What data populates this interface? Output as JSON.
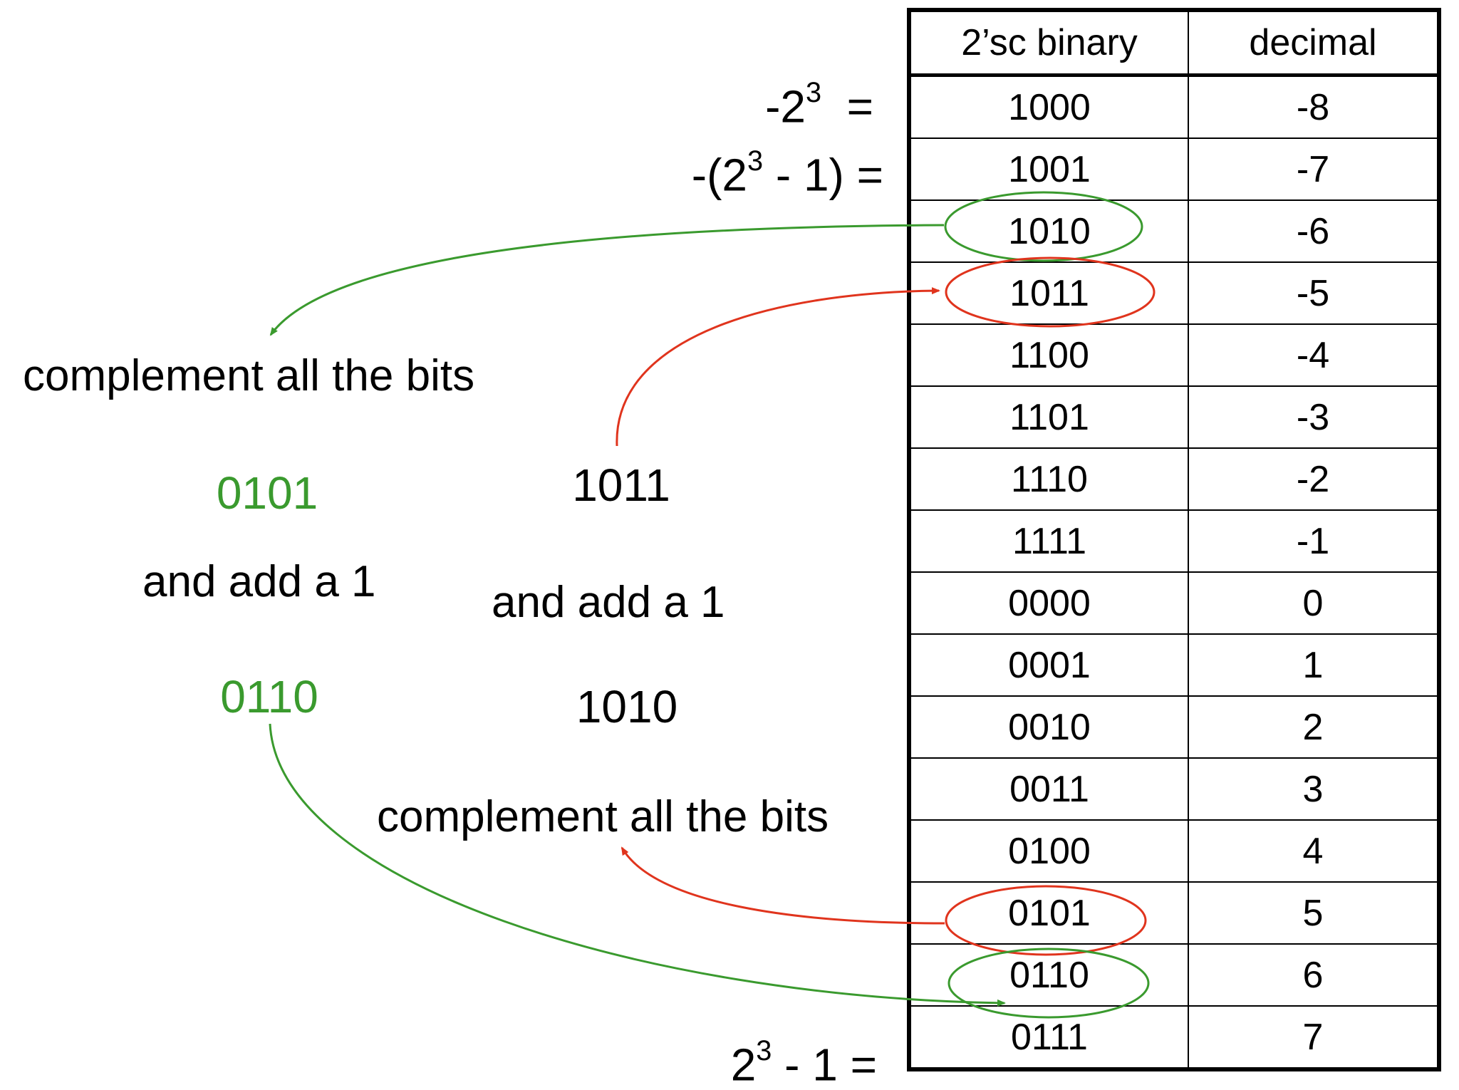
{
  "table": {
    "headers": [
      "2’sc binary",
      "decimal"
    ],
    "rows": [
      {
        "binary": "1000",
        "decimal": "-8"
      },
      {
        "binary": "1001",
        "decimal": "-7"
      },
      {
        "binary": "1010",
        "decimal": "-6"
      },
      {
        "binary": "1011",
        "decimal": "-5"
      },
      {
        "binary": "1100",
        "decimal": "-4"
      },
      {
        "binary": "1101",
        "decimal": "-3"
      },
      {
        "binary": "1110",
        "decimal": "-2"
      },
      {
        "binary": "1111",
        "decimal": "-1"
      },
      {
        "binary": "0000",
        "decimal": "0"
      },
      {
        "binary": "0001",
        "decimal": "1"
      },
      {
        "binary": "0010",
        "decimal": "2"
      },
      {
        "binary": "0011",
        "decimal": "3"
      },
      {
        "binary": "0100",
        "decimal": "4"
      },
      {
        "binary": "0101",
        "decimal": "5"
      },
      {
        "binary": "0110",
        "decimal": "6"
      },
      {
        "binary": "0111",
        "decimal": "7"
      }
    ]
  },
  "row_labels": {
    "min": {
      "prefix": "-2",
      "exp": "3",
      "suffix": "  ="
    },
    "min_plus_one": {
      "prefix": "-(2",
      "exp": "3",
      "suffix": " - 1) ="
    },
    "max": {
      "prefix": "2",
      "exp": "3",
      "suffix": " - 1 ="
    }
  },
  "left_steps": {
    "complement": "complement all the bits",
    "complemented": "0101",
    "add_one": "and add a 1",
    "result": "0110"
  },
  "middle_steps": {
    "start": "1011",
    "add_one": "and add a 1",
    "added": "1010",
    "complement": "complement all the bits"
  },
  "colors": {
    "green": "#3a9a2e",
    "red": "#e0341d",
    "text": "#000000"
  }
}
